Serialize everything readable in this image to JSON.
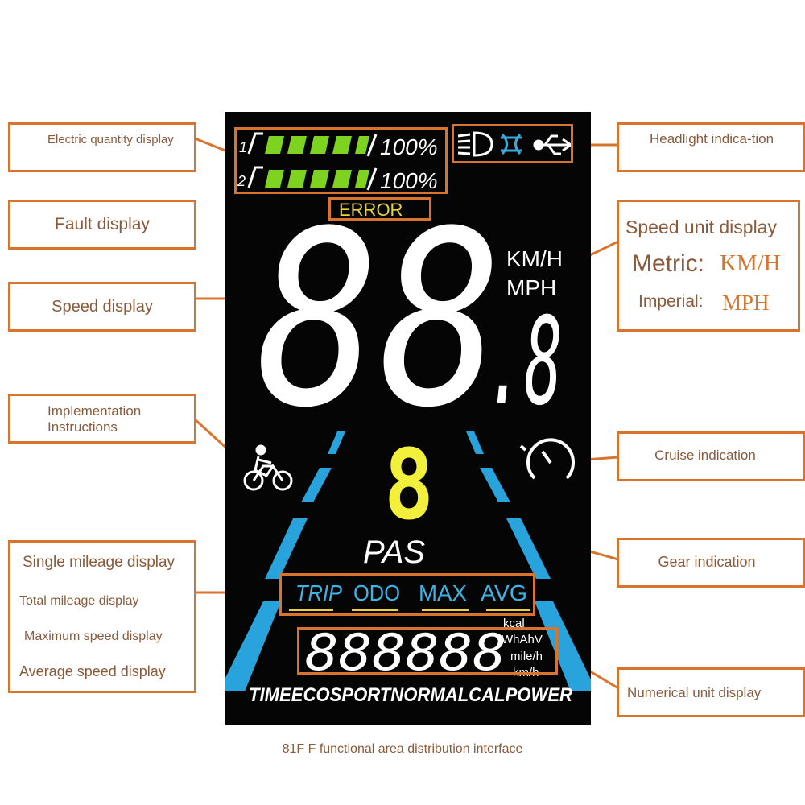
{
  "callouts": {
    "electric_quantity": "Electric quantity display",
    "fault": "Fault display",
    "speed": "Speed display",
    "implementation": "Implementation Instructions",
    "single_mileage": "Single mileage display",
    "total_mileage": "Total mileage display",
    "max_speed": "Maximum speed display",
    "avg_speed": "Average speed display",
    "headlight": "Headlight indica-tion",
    "speed_unit": "Speed unit display",
    "metric_label": "Metric:",
    "metric_value": "KM/H",
    "imperial_label": "Imperial:",
    "imperial_value": "MPH",
    "cruise": "Cruise indication",
    "gear": "Gear indication",
    "numerical_unit": "Numerical unit display"
  },
  "lcd": {
    "battery1_index": "1",
    "battery1_percent": "100%",
    "battery2_index": "2",
    "battery2_percent": "100%",
    "error": "ERROR",
    "speed_digits": "88",
    "speed_decimal": ".8",
    "unit_kmh": "KM/H",
    "unit_mph": "MPH",
    "gear_digit": "8",
    "pas": "PAS",
    "modes": [
      "TRIP",
      "ODO",
      "MAX",
      "AVG"
    ],
    "numeric_digits": "888888",
    "units": [
      "kcal",
      "WhAhV",
      "mile/h",
      "km/h"
    ],
    "bottom_strip": "TIMEECOSPORTNORMALCALPOWER"
  },
  "caption": "81F F functional area distribution interface",
  "colors": {
    "accent": "#d9742e",
    "battery_green": "#7ed321",
    "error_yellow": "#e8d23a",
    "gear_yellow": "#f2f03a",
    "lane_blue": "#29a3dc",
    "mode_blue": "#3cb4e6",
    "headlight_blue": "#3aa8d8"
  }
}
